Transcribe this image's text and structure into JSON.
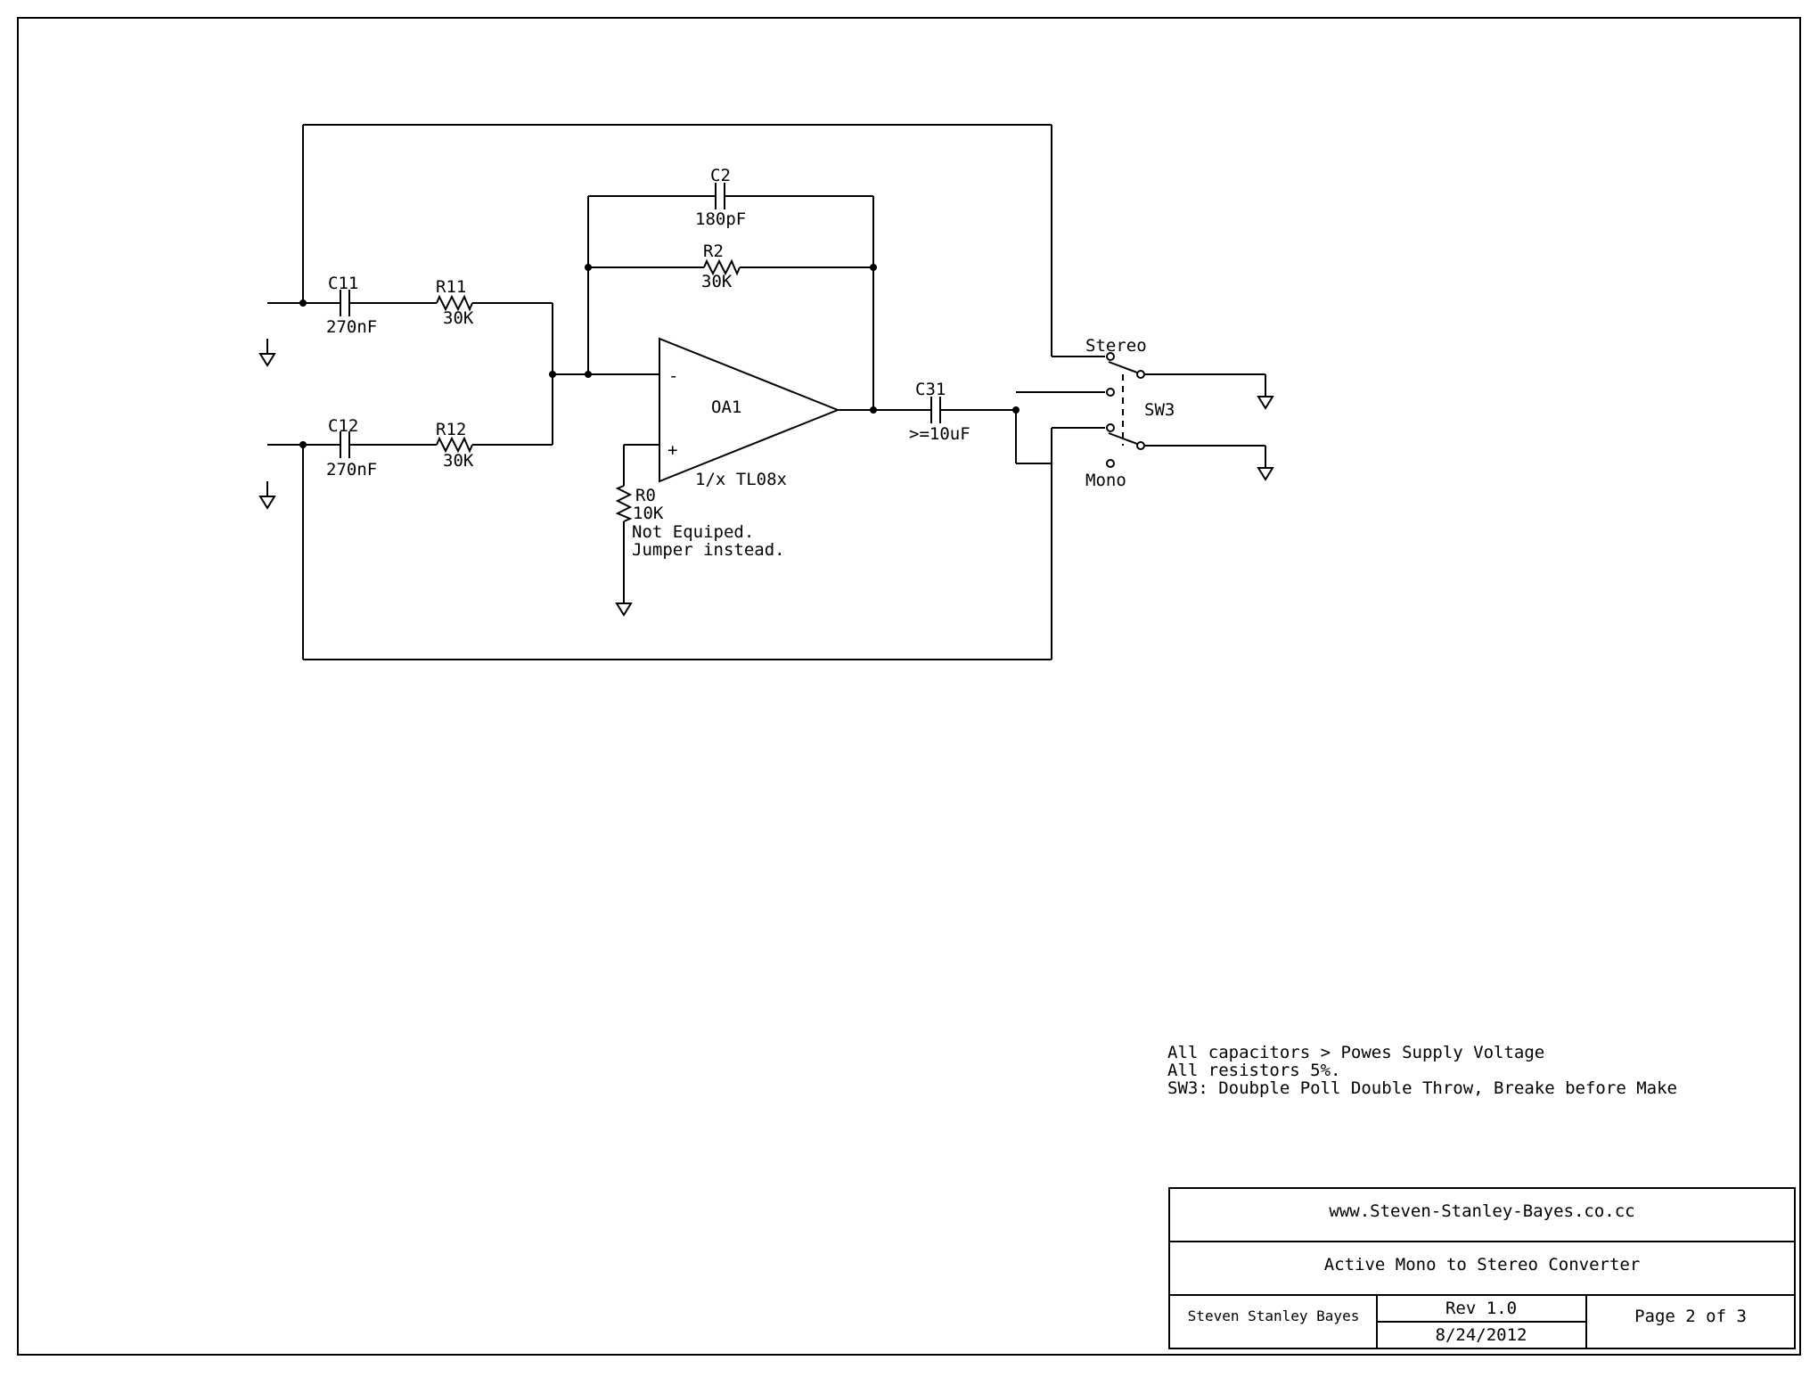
{
  "components": {
    "c11": {
      "name": "C11",
      "value": "270nF"
    },
    "c12": {
      "name": "C12",
      "value": "270nF"
    },
    "r11": {
      "name": "R11",
      "value": "30K"
    },
    "r12": {
      "name": "R12",
      "value": "30K"
    },
    "c2": {
      "name": "C2",
      "value": "180pF"
    },
    "r2": {
      "name": "R2",
      "value": "30K"
    },
    "oa1": {
      "name": "OA1",
      "value": "1/x TL08x",
      "minus": "-",
      "plus": "+"
    },
    "r0": {
      "name": "R0",
      "value": "10K",
      "note_line1": "Not Equiped.",
      "note_line2": "Jumper instead."
    },
    "c31": {
      "name": "C31",
      "value": ">=10uF"
    },
    "sw3": {
      "name": "SW3",
      "pos_top": "Stereo",
      "pos_bottom": "Mono"
    }
  },
  "notes": [
    "All capacitors > Powes Supply Voltage",
    "All resistors 5%.",
    "SW3: Doubple Poll Double Throw, Breake before Make"
  ],
  "title_block": {
    "website": "www.Steven-Stanley-Bayes.co.cc",
    "title": "Active Mono to Stereo Converter",
    "author": "Steven Stanley Bayes",
    "revision": "Rev 1.0",
    "date": "8/24/2012",
    "page": "Page 2 of 3"
  }
}
